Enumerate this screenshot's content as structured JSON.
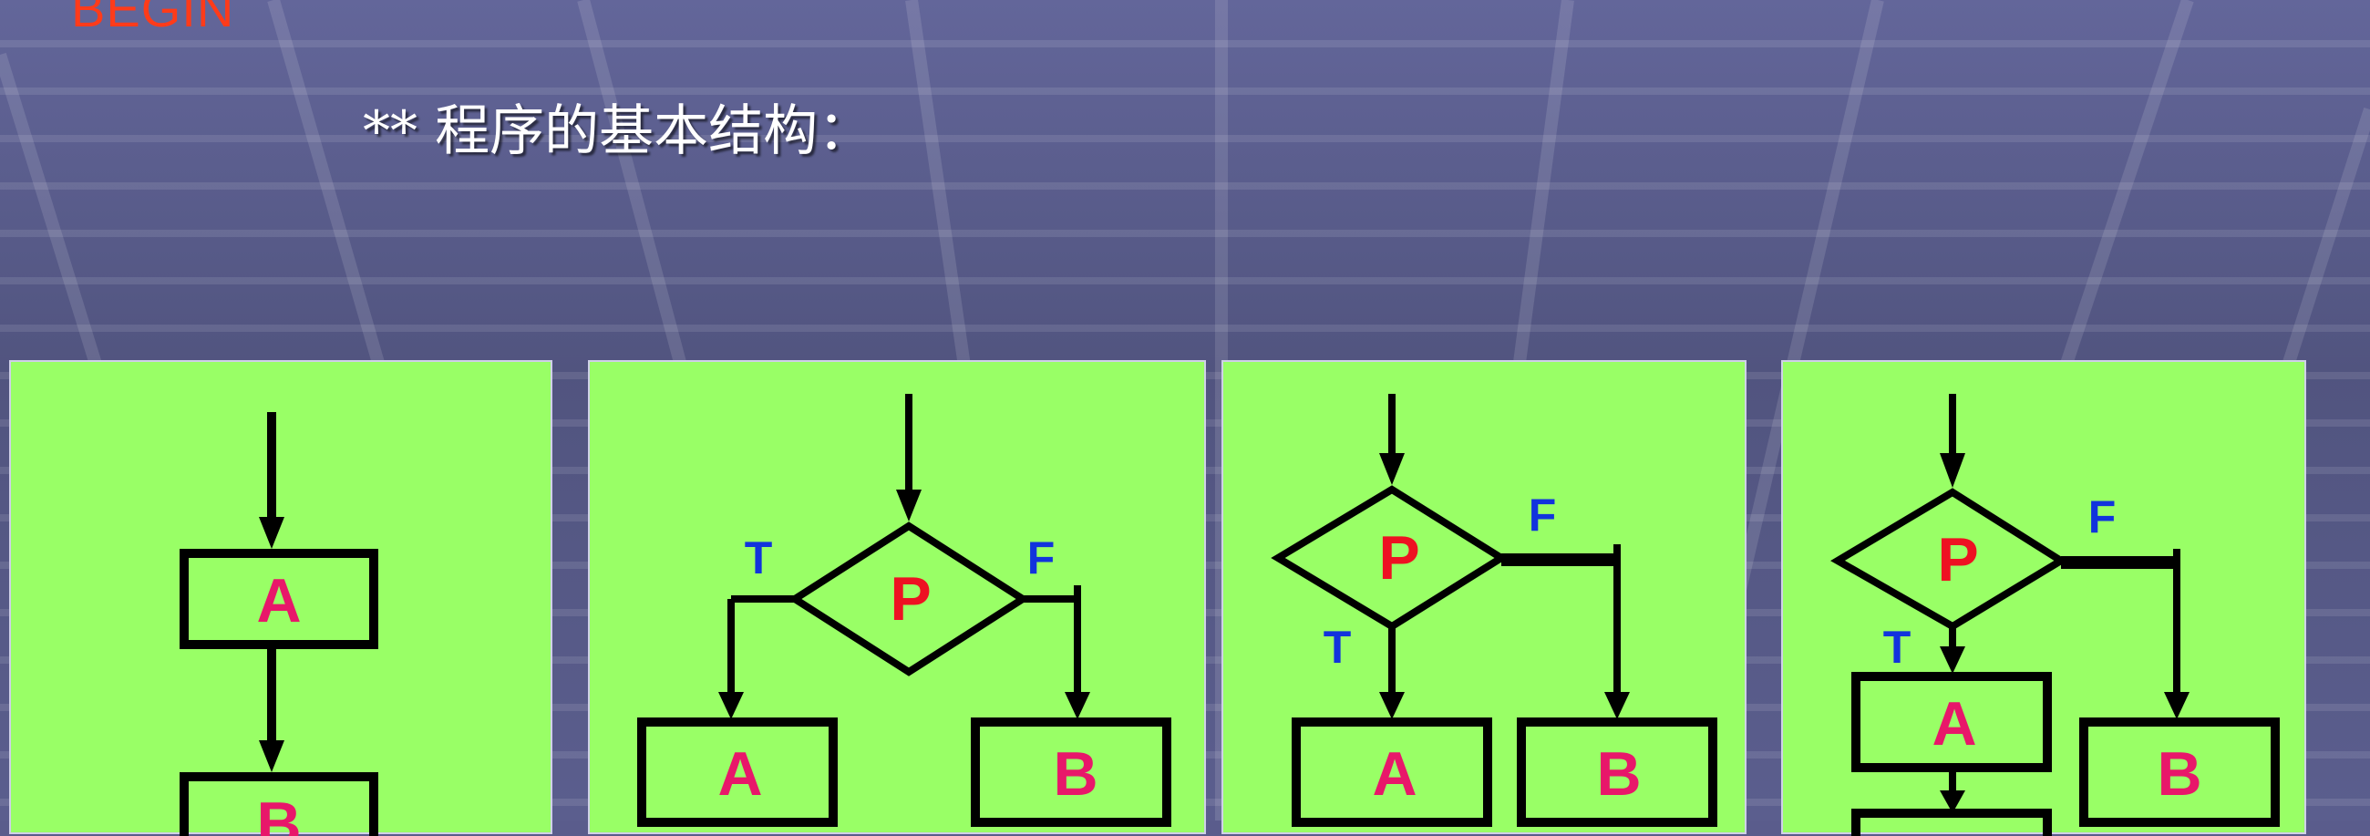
{
  "header": {
    "begin": "BEGIN",
    "title": "** 程序的基本结构："
  },
  "panels": [
    {
      "name": "sequence",
      "boxes": [
        "A",
        "B"
      ]
    },
    {
      "name": "if-else",
      "condition": "P",
      "true_label": "T",
      "false_label": "F",
      "boxes": [
        "A",
        "B"
      ]
    },
    {
      "name": "if-then",
      "condition": "P",
      "true_label": "T",
      "false_label": "F",
      "boxes": [
        "A",
        "B"
      ]
    },
    {
      "name": "if-then-seq",
      "condition": "P",
      "true_label": "T",
      "false_label": "F",
      "boxes": [
        "A",
        "B"
      ]
    }
  ],
  "colors": {
    "panel": "#99ff66",
    "box_text": "#e8176a",
    "condition_text": "#ee1122",
    "tf_text": "#1133dd",
    "begin_text": "#ff3b1a"
  }
}
